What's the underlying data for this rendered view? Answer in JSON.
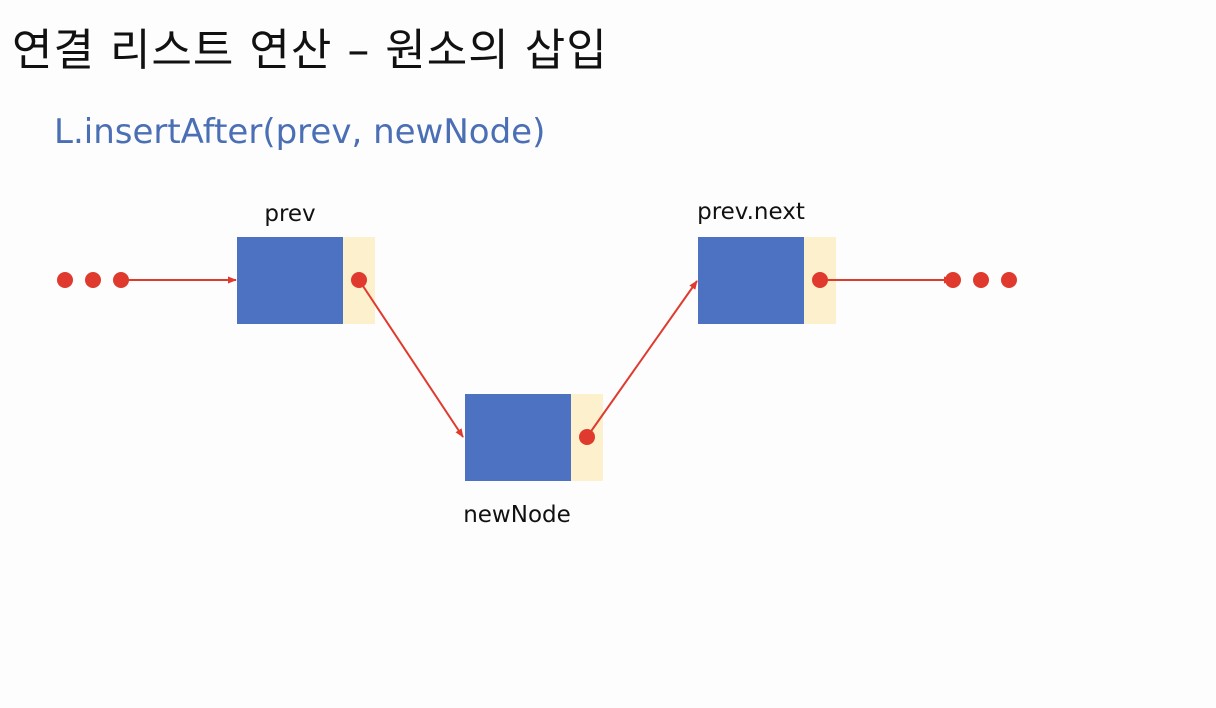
{
  "title": "연결 리스트 연산 – 원소의 삽입",
  "subtitle": "L.insertAfter(prev, newNode)",
  "colors": {
    "data_cell": "#4e72c2",
    "link_cell": "#fdf0cc",
    "pointer": "#e03a2e",
    "subtitle": "#4a6fb5"
  },
  "nodes": {
    "prev": {
      "label": "prev"
    },
    "prev_next": {
      "label": "prev.next"
    },
    "new_node": {
      "label": "newNode"
    }
  }
}
